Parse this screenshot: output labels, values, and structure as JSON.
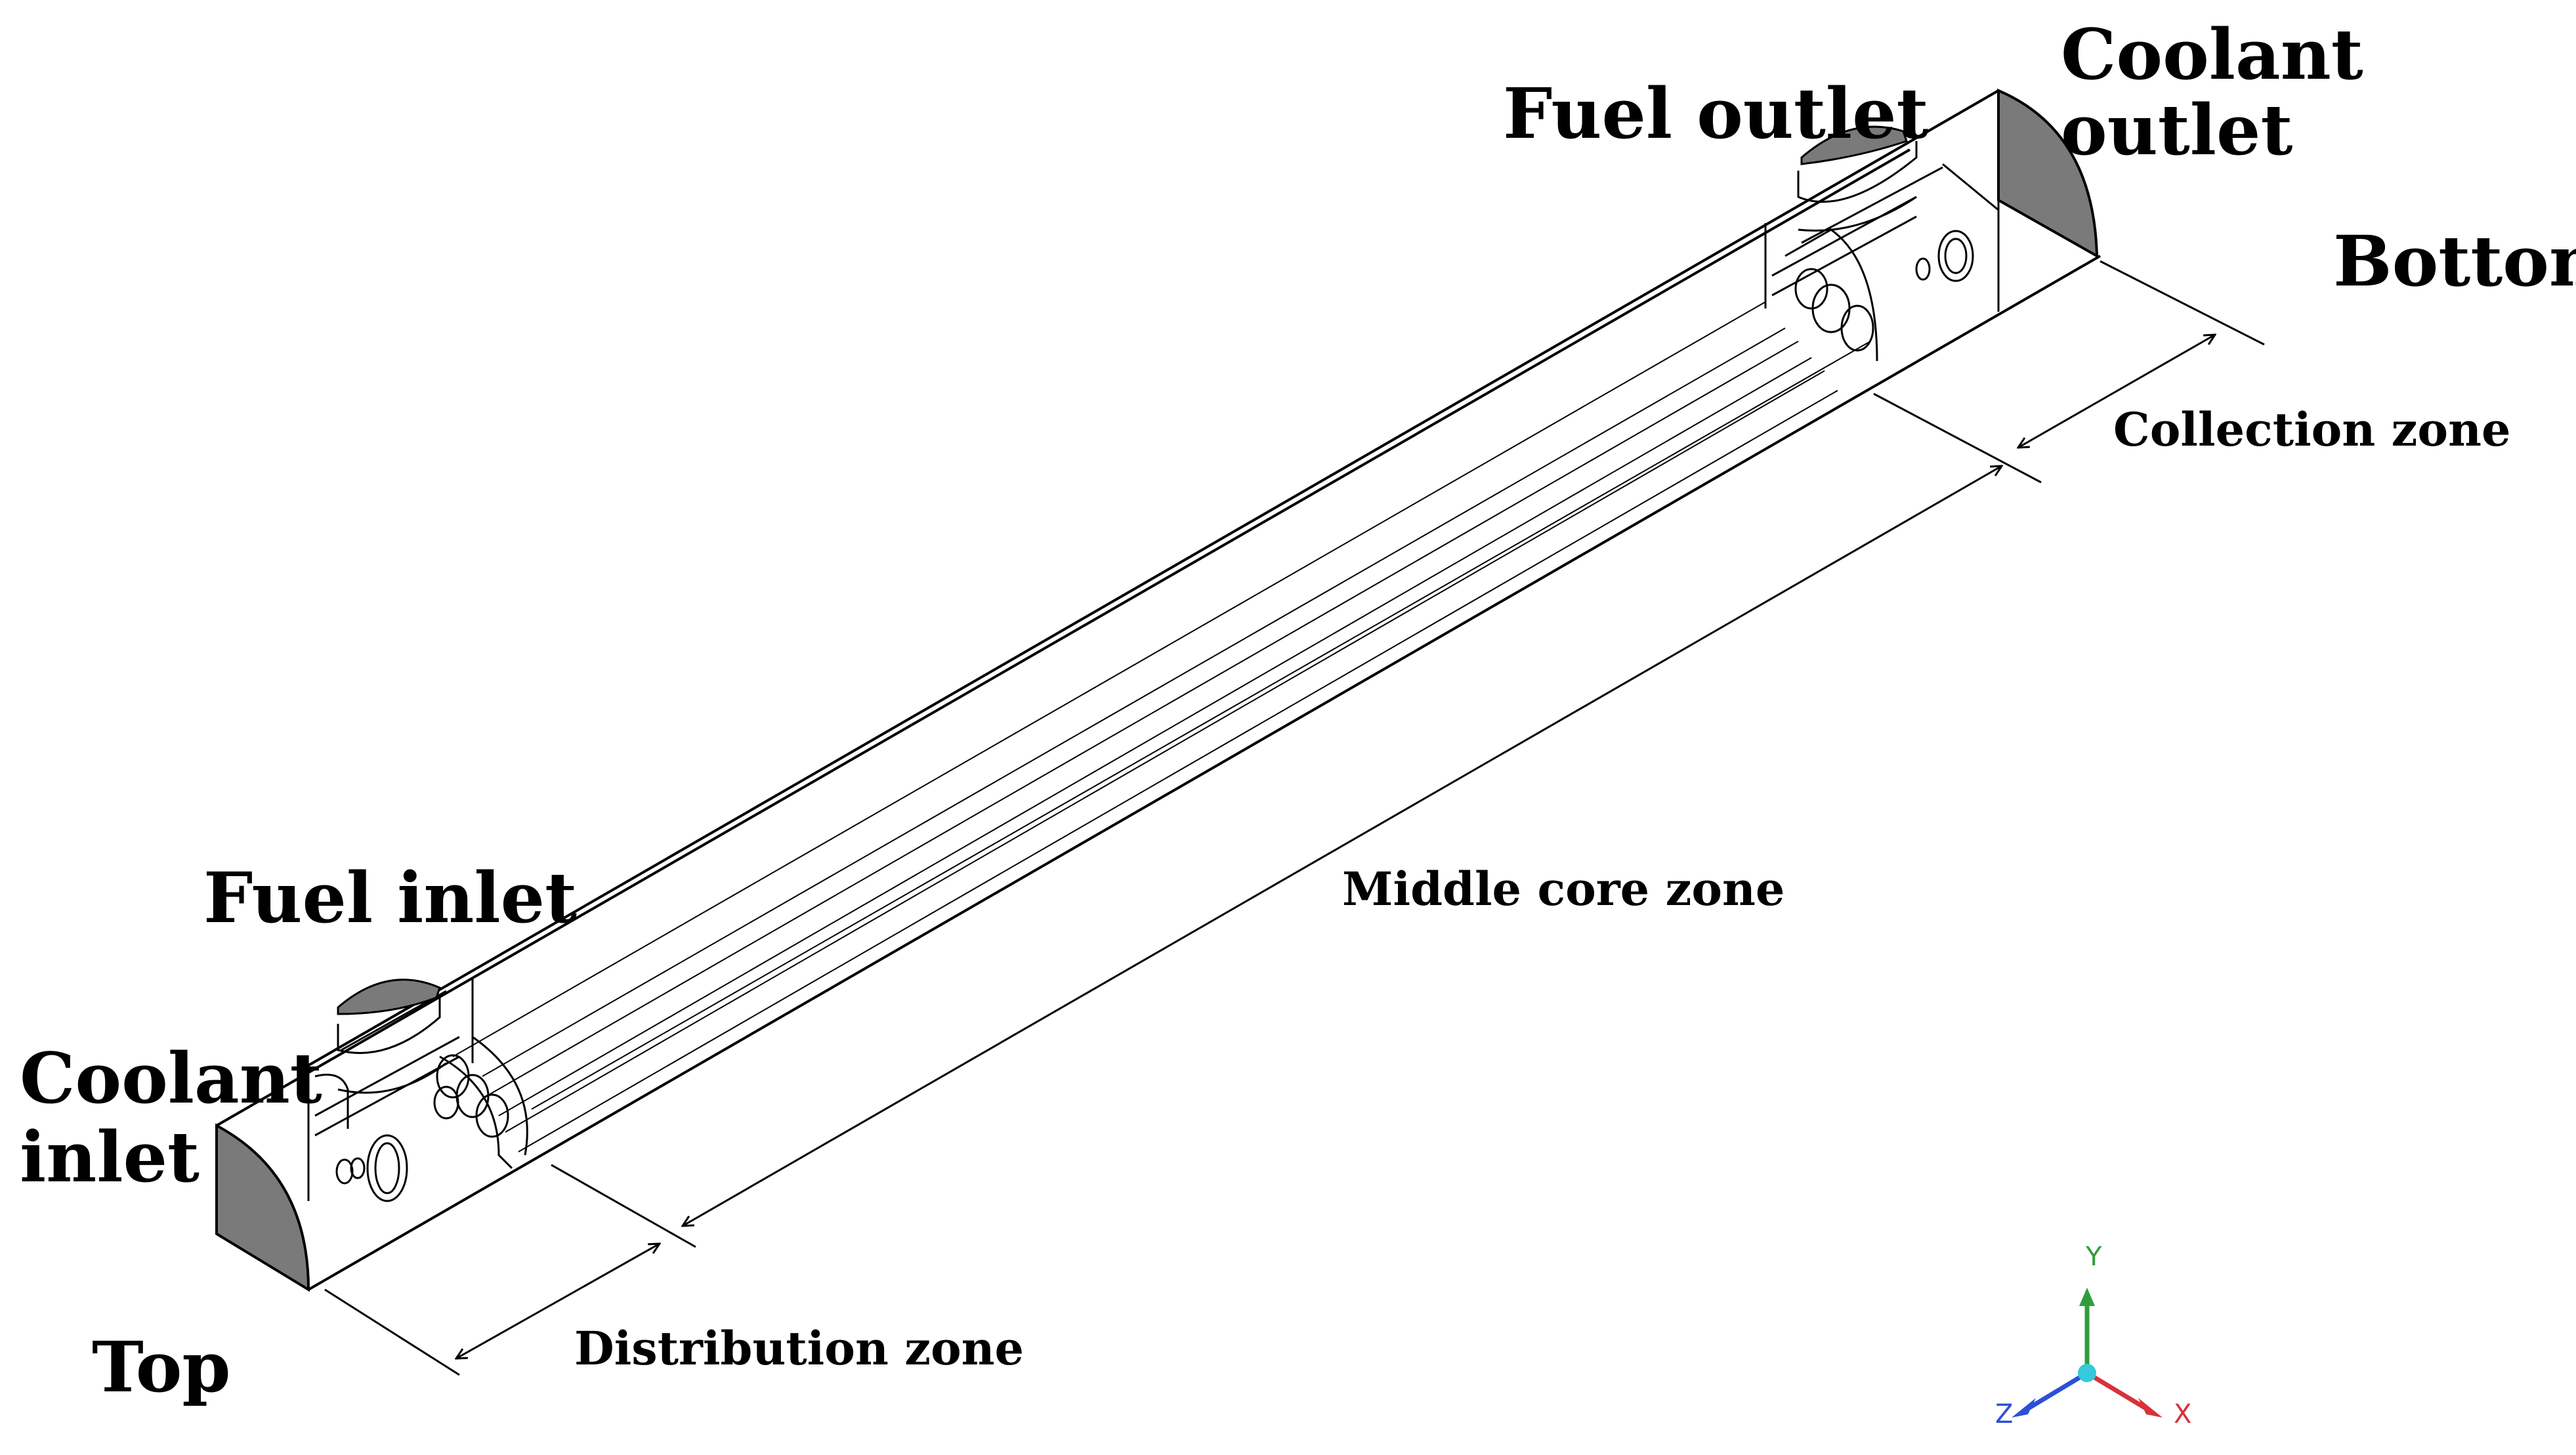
{
  "labels": {
    "fuel_outlet": "Fuel outlet",
    "coolant_outlet_line1": "Coolant",
    "coolant_outlet_line2": "outlet",
    "bottom": "Bottom",
    "collection_zone": "Collection zone",
    "middle_core_zone": "Middle core zone",
    "fuel_inlet": "Fuel inlet",
    "coolant_inlet_line1": "Coolant",
    "coolant_inlet_line2": "inlet",
    "top": "Top",
    "distribution_zone": "Distribution zone"
  },
  "axes": {
    "y_label": "Y",
    "x_label": "X",
    "z_label": "Z",
    "y_color": "#2e9e3a",
    "x_color": "#d8323a",
    "z_color": "#2c4fd8",
    "origin_color": "#35c9d9"
  },
  "colors": {
    "line": "#000000",
    "face_fill": "#7a7a7a",
    "background": "#ffffff"
  }
}
